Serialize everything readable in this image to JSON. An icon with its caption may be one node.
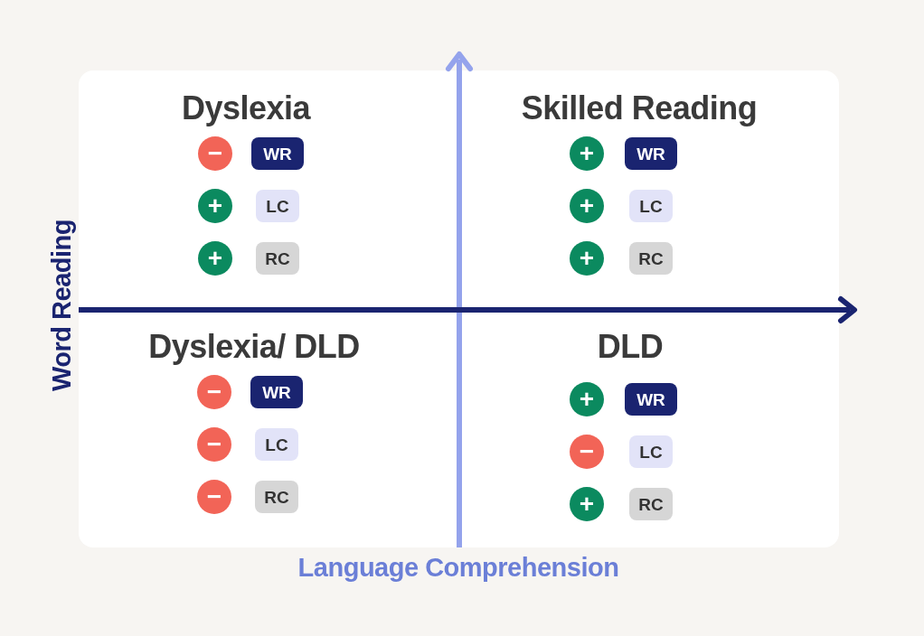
{
  "diagram": {
    "nodes": [
      {
        "text": [
          "−"
        ]
      },
      {
        "text": [
          "WR"
        ]
      },
      {
        "text": [
          "+"
        ]
      },
      {
        "text": [
          "LC"
        ]
      },
      {
        "text": [
          "+"
        ]
      },
      {
        "text": [
          "RC"
        ]
      },
      {
        "text": [
          "+"
        ]
      },
      {
        "text": [
          "WR"
        ]
      },
      {
        "text": [
          "+"
        ]
      },
      {
        "text": [
          "LC"
        ]
      },
      {
        "text": [
          "+"
        ]
      },
      {
        "text": [
          "RC"
        ]
      },
      {
        "text": [
          "−"
        ]
      },
      {
        "text": [
          "WR"
        ]
      },
      {
        "text": [
          "−"
        ]
      },
      {
        "text": [
          "LC"
        ]
      },
      {
        "text": [
          "−"
        ]
      },
      {
        "text": [
          "RC"
        ]
      },
      {
        "text": [
          "+"
        ]
      },
      {
        "text": [
          "WR"
        ]
      },
      {
        "text": [
          "−"
        ]
      },
      {
        "text": [
          "LC"
        ]
      },
      {
        "text": [
          "+"
        ]
      },
      {
        "text": [
          "RC"
        ]
      }
    ],
    "labels": [
      "Dyslexia",
      "Skilled Reading",
      "Word Reading",
      "Dyslexia/ DLD",
      "DLD",
      "Language Comprehension"
    ]
  }
}
